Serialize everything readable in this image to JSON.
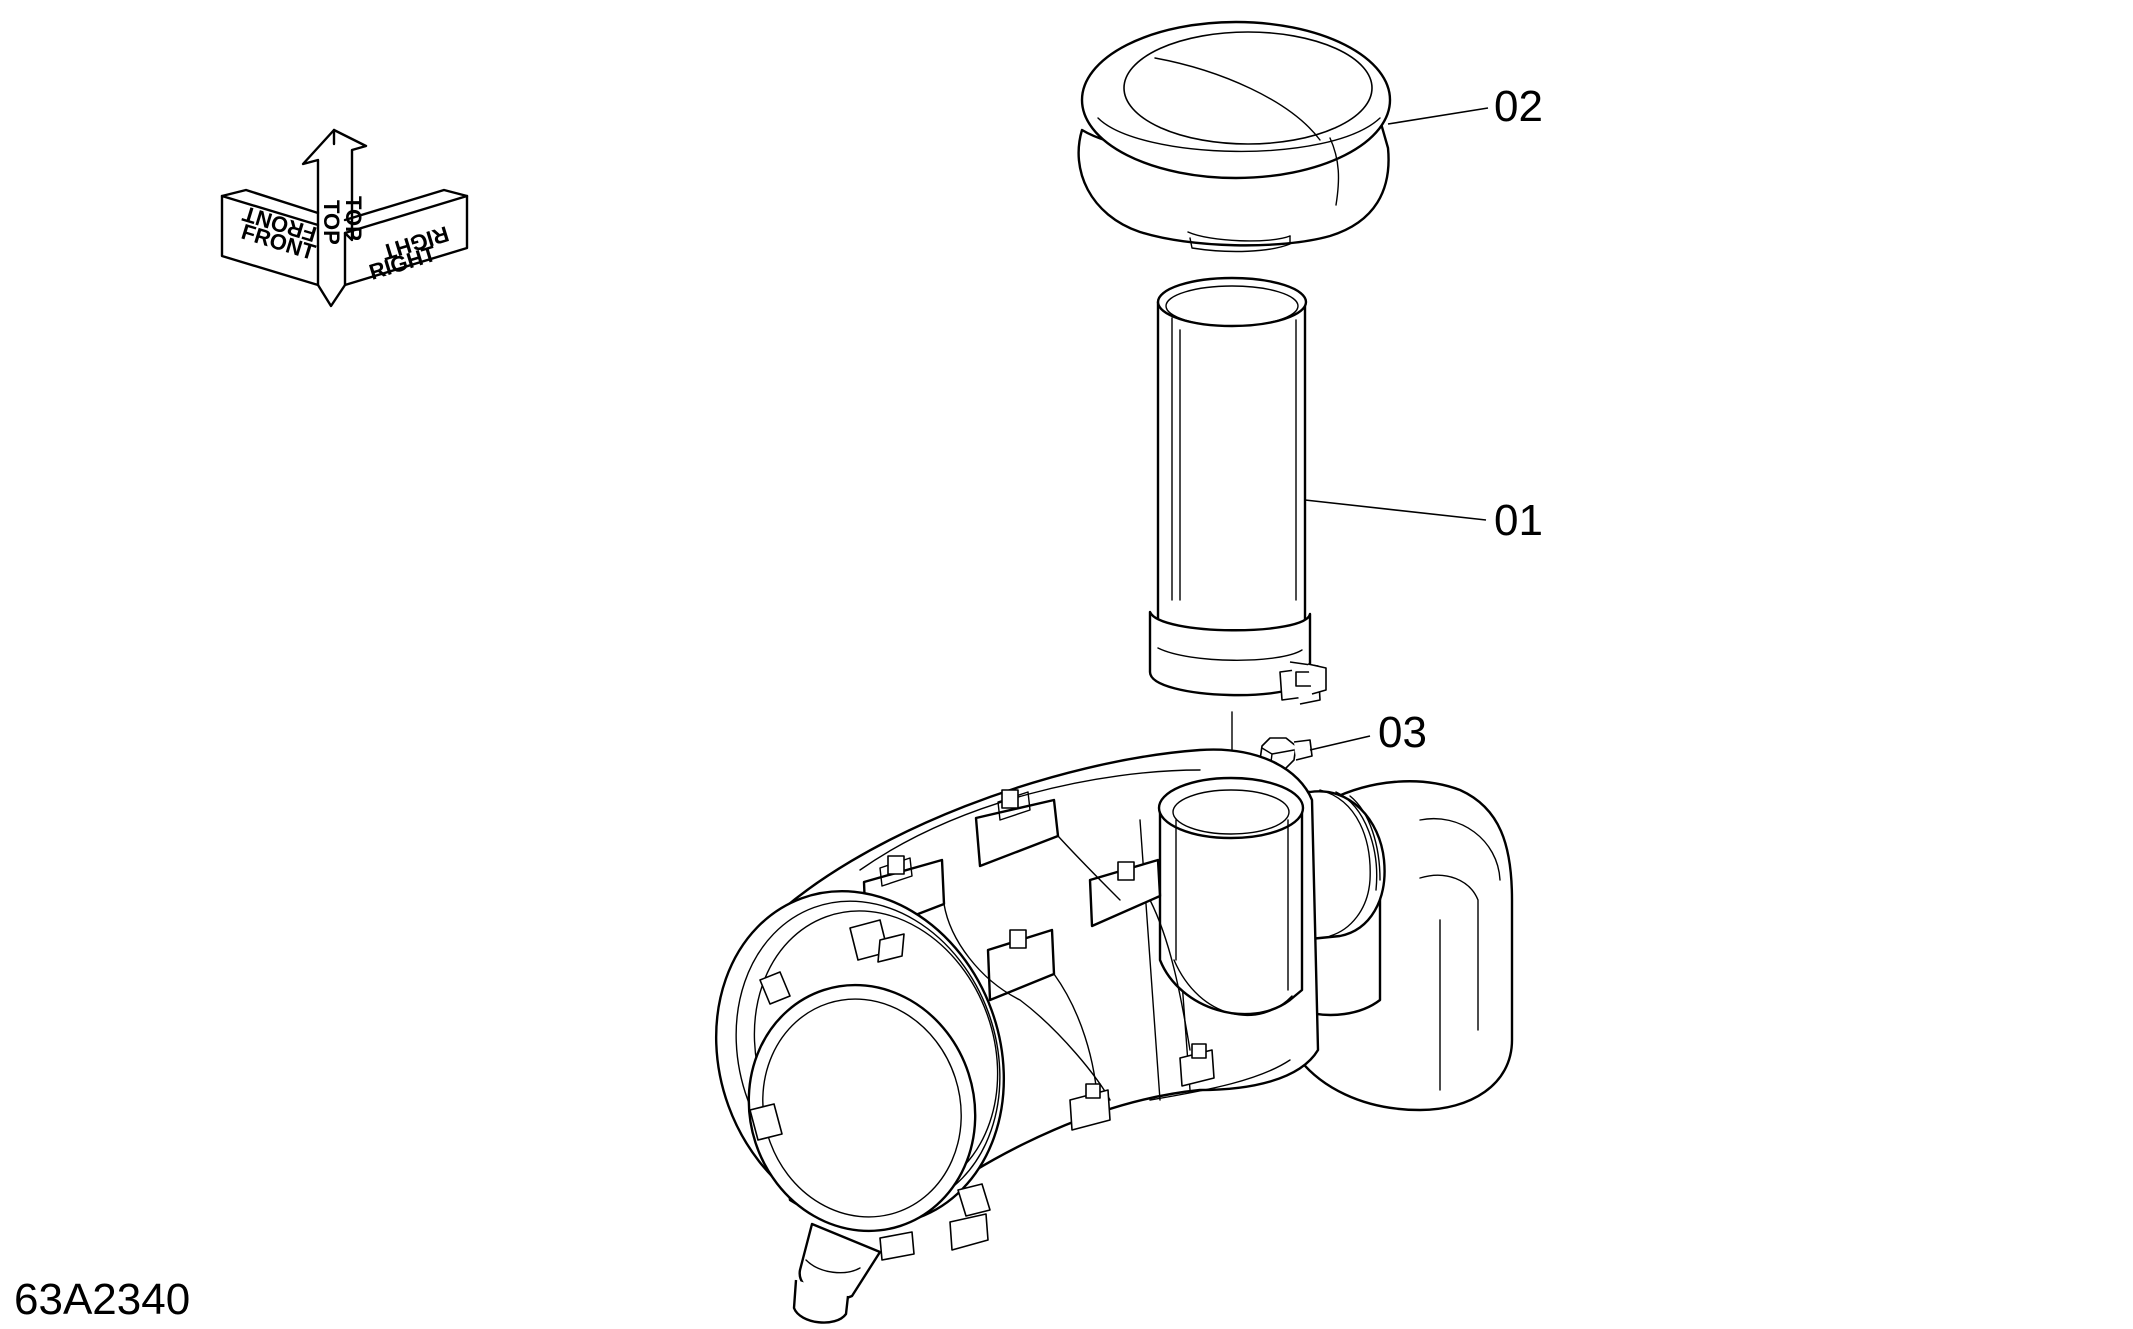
{
  "orientation_indicator": {
    "labels": {
      "front": "FRONT",
      "top": "TOP",
      "right": "RIGHT"
    }
  },
  "callouts": [
    {
      "label": "02"
    },
    {
      "label": "01"
    },
    {
      "label": "03"
    }
  ],
  "drawing_number": "63A2340"
}
